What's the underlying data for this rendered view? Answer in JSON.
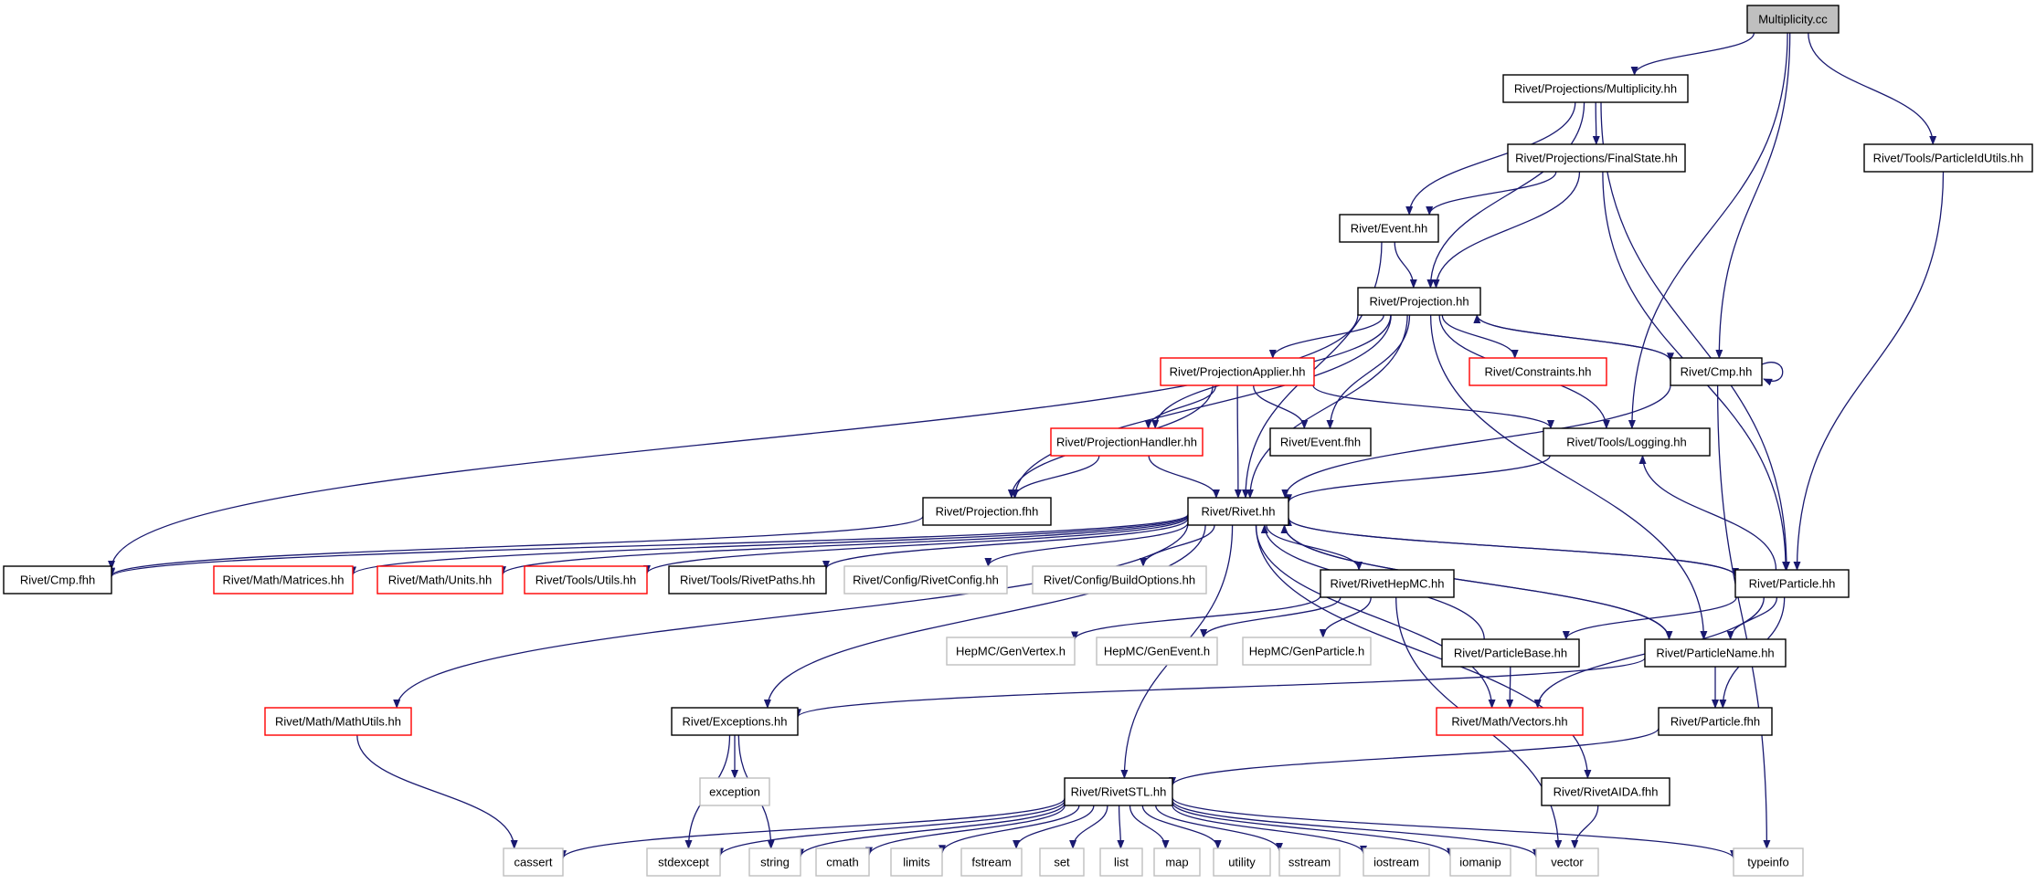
{
  "colors": {
    "edge": "#191970",
    "root_fill": "#bfbfbf",
    "normal_stroke": "#000000",
    "truncated_stroke": "#ff0000",
    "external_stroke": "#bfbfbf",
    "external_text": "#000000"
  },
  "nodes": [
    {
      "id": "multiplicity_cc",
      "label": "Multiplicity.cc",
      "kind": "root"
    },
    {
      "id": "proj_mult",
      "label": "Rivet/Projections/Multiplicity.hh",
      "kind": "normal"
    },
    {
      "id": "particleidutils",
      "label": "Rivet/Tools/ParticleIdUtils.hh",
      "kind": "normal"
    },
    {
      "id": "finalstate",
      "label": "Rivet/Projections/FinalState.hh",
      "kind": "normal"
    },
    {
      "id": "event_hh",
      "label": "Rivet/Event.hh",
      "kind": "normal"
    },
    {
      "id": "projection_hh",
      "label": "Rivet/Projection.hh",
      "kind": "normal"
    },
    {
      "id": "projapplier",
      "label": "Rivet/ProjectionApplier.hh",
      "kind": "truncated"
    },
    {
      "id": "constraints",
      "label": "Rivet/Constraints.hh",
      "kind": "truncated"
    },
    {
      "id": "cmp_hh",
      "label": "Rivet/Cmp.hh",
      "kind": "normal"
    },
    {
      "id": "projhandler",
      "label": "Rivet/ProjectionHandler.hh",
      "kind": "truncated"
    },
    {
      "id": "event_fhh",
      "label": "Rivet/Event.fhh",
      "kind": "normal"
    },
    {
      "id": "logging",
      "label": "Rivet/Tools/Logging.hh",
      "kind": "normal"
    },
    {
      "id": "projection_fhh",
      "label": "Rivet/Projection.fhh",
      "kind": "normal"
    },
    {
      "id": "rivet_hh",
      "label": "Rivet/Rivet.hh",
      "kind": "normal"
    },
    {
      "id": "cmp_fhh",
      "label": "Rivet/Cmp.fhh",
      "kind": "normal"
    },
    {
      "id": "matrices",
      "label": "Rivet/Math/Matrices.hh",
      "kind": "truncated"
    },
    {
      "id": "units",
      "label": "Rivet/Math/Units.hh",
      "kind": "truncated"
    },
    {
      "id": "utils",
      "label": "Rivet/Tools/Utils.hh",
      "kind": "truncated"
    },
    {
      "id": "rivetpaths",
      "label": "Rivet/Tools/RivetPaths.hh",
      "kind": "normal"
    },
    {
      "id": "rivetconfig",
      "label": "Rivet/Config/RivetConfig.hh",
      "kind": "external"
    },
    {
      "id": "buildoptions",
      "label": "Rivet/Config/BuildOptions.hh",
      "kind": "external"
    },
    {
      "id": "rivethepmc",
      "label": "Rivet/RivetHepMC.hh",
      "kind": "normal"
    },
    {
      "id": "particle_hh",
      "label": "Rivet/Particle.hh",
      "kind": "normal"
    },
    {
      "id": "genvertex",
      "label": "HepMC/GenVertex.h",
      "kind": "external"
    },
    {
      "id": "genevent",
      "label": "HepMC/GenEvent.h",
      "kind": "external"
    },
    {
      "id": "genparticle",
      "label": "HepMC/GenParticle.h",
      "kind": "external"
    },
    {
      "id": "particlebase",
      "label": "Rivet/ParticleBase.hh",
      "kind": "normal"
    },
    {
      "id": "particlename",
      "label": "Rivet/ParticleName.hh",
      "kind": "normal"
    },
    {
      "id": "mathutils",
      "label": "Rivet/Math/MathUtils.hh",
      "kind": "truncated"
    },
    {
      "id": "exceptions",
      "label": "Rivet/Exceptions.hh",
      "kind": "normal"
    },
    {
      "id": "vectors",
      "label": "Rivet/Math/Vectors.hh",
      "kind": "truncated"
    },
    {
      "id": "particle_fhh",
      "label": "Rivet/Particle.fhh",
      "kind": "normal"
    },
    {
      "id": "exception",
      "label": "exception",
      "kind": "external"
    },
    {
      "id": "rivetstl",
      "label": "Rivet/RivetSTL.hh",
      "kind": "normal"
    },
    {
      "id": "rivetaida",
      "label": "Rivet/RivetAIDA.fhh",
      "kind": "normal"
    },
    {
      "id": "cassert",
      "label": "cassert",
      "kind": "external"
    },
    {
      "id": "stdexcept",
      "label": "stdexcept",
      "kind": "external"
    },
    {
      "id": "string",
      "label": "string",
      "kind": "external"
    },
    {
      "id": "cmath",
      "label": "cmath",
      "kind": "external"
    },
    {
      "id": "limits",
      "label": "limits",
      "kind": "external"
    },
    {
      "id": "fstream",
      "label": "fstream",
      "kind": "external"
    },
    {
      "id": "set",
      "label": "set",
      "kind": "external"
    },
    {
      "id": "list",
      "label": "list",
      "kind": "external"
    },
    {
      "id": "map",
      "label": "map",
      "kind": "external"
    },
    {
      "id": "utility",
      "label": "utility",
      "kind": "external"
    },
    {
      "id": "sstream",
      "label": "sstream",
      "kind": "external"
    },
    {
      "id": "iostream",
      "label": "iostream",
      "kind": "external"
    },
    {
      "id": "iomanip",
      "label": "iomanip",
      "kind": "external"
    },
    {
      "id": "vector",
      "label": "vector",
      "kind": "external"
    },
    {
      "id": "typeinfo",
      "label": "typeinfo",
      "kind": "external"
    }
  ],
  "edges": [
    [
      "multiplicity_cc",
      "proj_mult"
    ],
    [
      "multiplicity_cc",
      "cmp_hh"
    ],
    [
      "multiplicity_cc",
      "logging"
    ],
    [
      "multiplicity_cc",
      "particleidutils"
    ],
    [
      "proj_mult",
      "finalstate"
    ],
    [
      "proj_mult",
      "event_hh"
    ],
    [
      "proj_mult",
      "projection_hh"
    ],
    [
      "proj_mult",
      "particle_hh"
    ],
    [
      "particleidutils",
      "particle_hh"
    ],
    [
      "finalstate",
      "event_hh"
    ],
    [
      "finalstate",
      "projection_hh"
    ],
    [
      "finalstate",
      "particle_hh"
    ],
    [
      "event_hh",
      "projection_hh"
    ],
    [
      "event_hh",
      "rivet_hh"
    ],
    [
      "projection_hh",
      "projapplier"
    ],
    [
      "projection_hh",
      "constraints"
    ],
    [
      "projection_hh",
      "cmp_hh"
    ],
    [
      "projection_hh",
      "projhandler"
    ],
    [
      "projection_hh",
      "event_fhh"
    ],
    [
      "projection_hh",
      "logging"
    ],
    [
      "projection_hh",
      "projection_fhh"
    ],
    [
      "projection_hh",
      "rivet_hh"
    ],
    [
      "projection_hh",
      "cmp_fhh"
    ],
    [
      "projection_hh",
      "particlename"
    ],
    [
      "cmp_hh",
      "projection_hh"
    ],
    [
      "cmp_hh",
      "cmp_hh"
    ],
    [
      "cmp_hh",
      "rivet_hh"
    ],
    [
      "cmp_hh",
      "typeinfo"
    ],
    [
      "projapplier",
      "projhandler"
    ],
    [
      "projapplier",
      "event_fhh"
    ],
    [
      "projapplier",
      "logging"
    ],
    [
      "projapplier",
      "projection_fhh"
    ],
    [
      "projapplier",
      "rivet_hh"
    ],
    [
      "projhandler",
      "projection_fhh"
    ],
    [
      "projhandler",
      "rivet_hh"
    ],
    [
      "logging",
      "rivet_hh"
    ],
    [
      "projection_fhh",
      "cmp_fhh"
    ],
    [
      "rivet_hh",
      "cmp_fhh"
    ],
    [
      "rivet_hh",
      "matrices"
    ],
    [
      "rivet_hh",
      "units"
    ],
    [
      "rivet_hh",
      "utils"
    ],
    [
      "rivet_hh",
      "rivetpaths"
    ],
    [
      "rivet_hh",
      "rivetconfig"
    ],
    [
      "rivet_hh",
      "buildoptions"
    ],
    [
      "rivet_hh",
      "rivethepmc"
    ],
    [
      "rivet_hh",
      "particle_hh"
    ],
    [
      "rivet_hh",
      "particlename"
    ],
    [
      "rivet_hh",
      "mathutils"
    ],
    [
      "rivet_hh",
      "exceptions"
    ],
    [
      "rivet_hh",
      "vectors"
    ],
    [
      "rivet_hh",
      "rivetstl"
    ],
    [
      "rivet_hh",
      "rivetaida"
    ],
    [
      "rivethepmc",
      "genvertex"
    ],
    [
      "rivethepmc",
      "genevent"
    ],
    [
      "rivethepmc",
      "genparticle"
    ],
    [
      "rivethepmc",
      "vector"
    ],
    [
      "particle_hh",
      "rivet_hh"
    ],
    [
      "particle_hh",
      "logging"
    ],
    [
      "particle_hh",
      "particlebase"
    ],
    [
      "particle_hh",
      "particlename"
    ],
    [
      "particle_hh",
      "vectors"
    ],
    [
      "particle_hh",
      "particle_fhh"
    ],
    [
      "particlebase",
      "rivet_hh"
    ],
    [
      "particlebase",
      "vectors"
    ],
    [
      "particlename",
      "rivet_hh"
    ],
    [
      "particlename",
      "exceptions"
    ],
    [
      "particlename",
      "particle_fhh"
    ],
    [
      "particle_fhh",
      "rivetstl"
    ],
    [
      "mathutils",
      "cassert"
    ],
    [
      "exceptions",
      "exception"
    ],
    [
      "exceptions",
      "stdexcept"
    ],
    [
      "exceptions",
      "string"
    ],
    [
      "rivetaida",
      "vector"
    ],
    [
      "rivetstl",
      "cassert"
    ],
    [
      "rivetstl",
      "stdexcept"
    ],
    [
      "rivetstl",
      "string"
    ],
    [
      "rivetstl",
      "cmath"
    ],
    [
      "rivetstl",
      "limits"
    ],
    [
      "rivetstl",
      "fstream"
    ],
    [
      "rivetstl",
      "set"
    ],
    [
      "rivetstl",
      "list"
    ],
    [
      "rivetstl",
      "map"
    ],
    [
      "rivetstl",
      "utility"
    ],
    [
      "rivetstl",
      "sstream"
    ],
    [
      "rivetstl",
      "iostream"
    ],
    [
      "rivetstl",
      "iomanip"
    ],
    [
      "rivetstl",
      "vector"
    ],
    [
      "rivetstl",
      "typeinfo"
    ]
  ]
}
